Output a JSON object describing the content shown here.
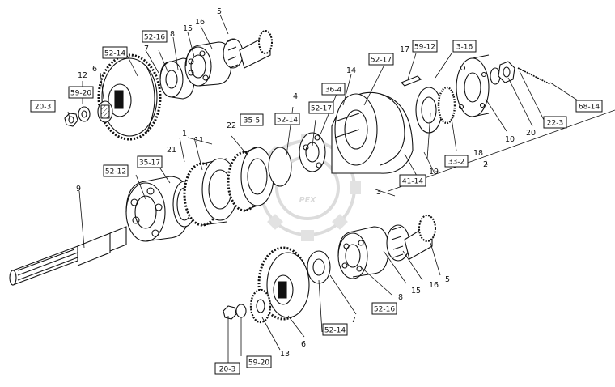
{
  "diagram": {
    "watermark": "PEX",
    "boxed_labels": {
      "b52_14_top": "52-14",
      "b52_16_top": "52-16",
      "b59_20_top": "59-20",
      "b20_3_top": "20-3",
      "b52_17_a": "52-17",
      "b59_12": "59-12",
      "b3_16": "3-16",
      "b36_4": "36-4",
      "b35_5": "35-5",
      "b52_14_mid": "52-14",
      "b52_17_b": "52-17",
      "b68_14": "68-14",
      "b22_3": "22-3",
      "b33_2": "33-2",
      "b41_14": "41-14",
      "b35_17": "35-17",
      "b52_12": "52-12",
      "b52_16_bot": "52-16",
      "b52_14_bot": "52-14",
      "b59_20_bot": "59-20",
      "b20_3_bot": "20-3"
    },
    "numbers": {
      "n5_top": "5",
      "n16_top": "16",
      "n15_top": "15",
      "n8_top": "8",
      "n7_top": "7",
      "n6_top": "6",
      "n12": "12",
      "n14": "14",
      "n17": "17",
      "n4": "4",
      "n22": "22",
      "n1": "1",
      "n21": "21",
      "n11": "11",
      "n9": "9",
      "n3": "3",
      "n2": "2",
      "n19": "19",
      "n18": "18",
      "n10": "10",
      "n20": "20",
      "n5_bot": "5",
      "n16_bot": "16",
      "n15_bot": "15",
      "n8_bot": "8",
      "n7_bot": "7",
      "n6_bot": "6",
      "n13": "13"
    }
  }
}
